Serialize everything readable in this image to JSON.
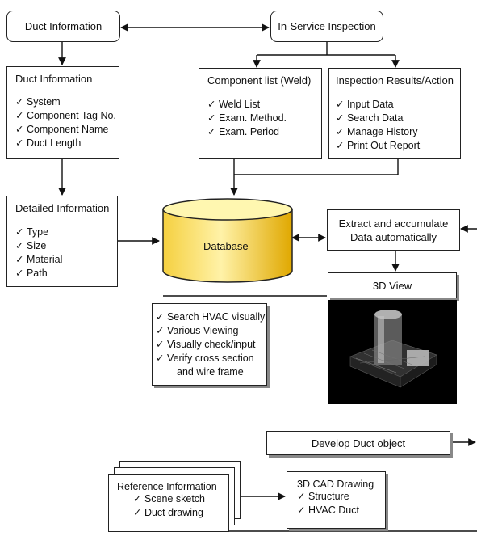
{
  "top_left": {
    "label": "Duct Information"
  },
  "top_right": {
    "label": "In-Service Inspection"
  },
  "duct_info": {
    "title": "Duct Information",
    "items": [
      "System",
      "Component Tag No.",
      "Component Name",
      "Duct Length"
    ]
  },
  "component_list": {
    "title": "Component list (Weld)",
    "items": [
      "Weld List",
      "Exam. Method.",
      "Exam. Period"
    ]
  },
  "inspection_results": {
    "title": "Inspection Results/Action",
    "items": [
      "Input Data",
      "Search Data",
      "Manage History",
      "Print Out Report"
    ]
  },
  "detailed_info": {
    "title": "Detailed Information",
    "items": [
      "Type",
      "Size",
      "Material",
      "Path"
    ]
  },
  "database": {
    "label": "Database"
  },
  "extract": {
    "line1": "Extract and accumulate",
    "line2": "Data automatically"
  },
  "view3d": {
    "label": "3D View"
  },
  "hvac_features": {
    "items": [
      "Search HVAC visually",
      "Various Viewing",
      "Visually check/input",
      "Verify cross section"
    ],
    "continuation": "and wire frame"
  },
  "develop": {
    "label": "Develop Duct object"
  },
  "reference": {
    "title": "Reference Information",
    "items": [
      "Scene sketch",
      "Duct drawing"
    ]
  },
  "cad": {
    "title": "3D CAD Drawing",
    "items": [
      "Structure",
      "HVAC Duct"
    ]
  },
  "colors": {
    "database_top": "#fff7b0",
    "database_body": "#f2c21a",
    "render_bg": "#000000"
  }
}
